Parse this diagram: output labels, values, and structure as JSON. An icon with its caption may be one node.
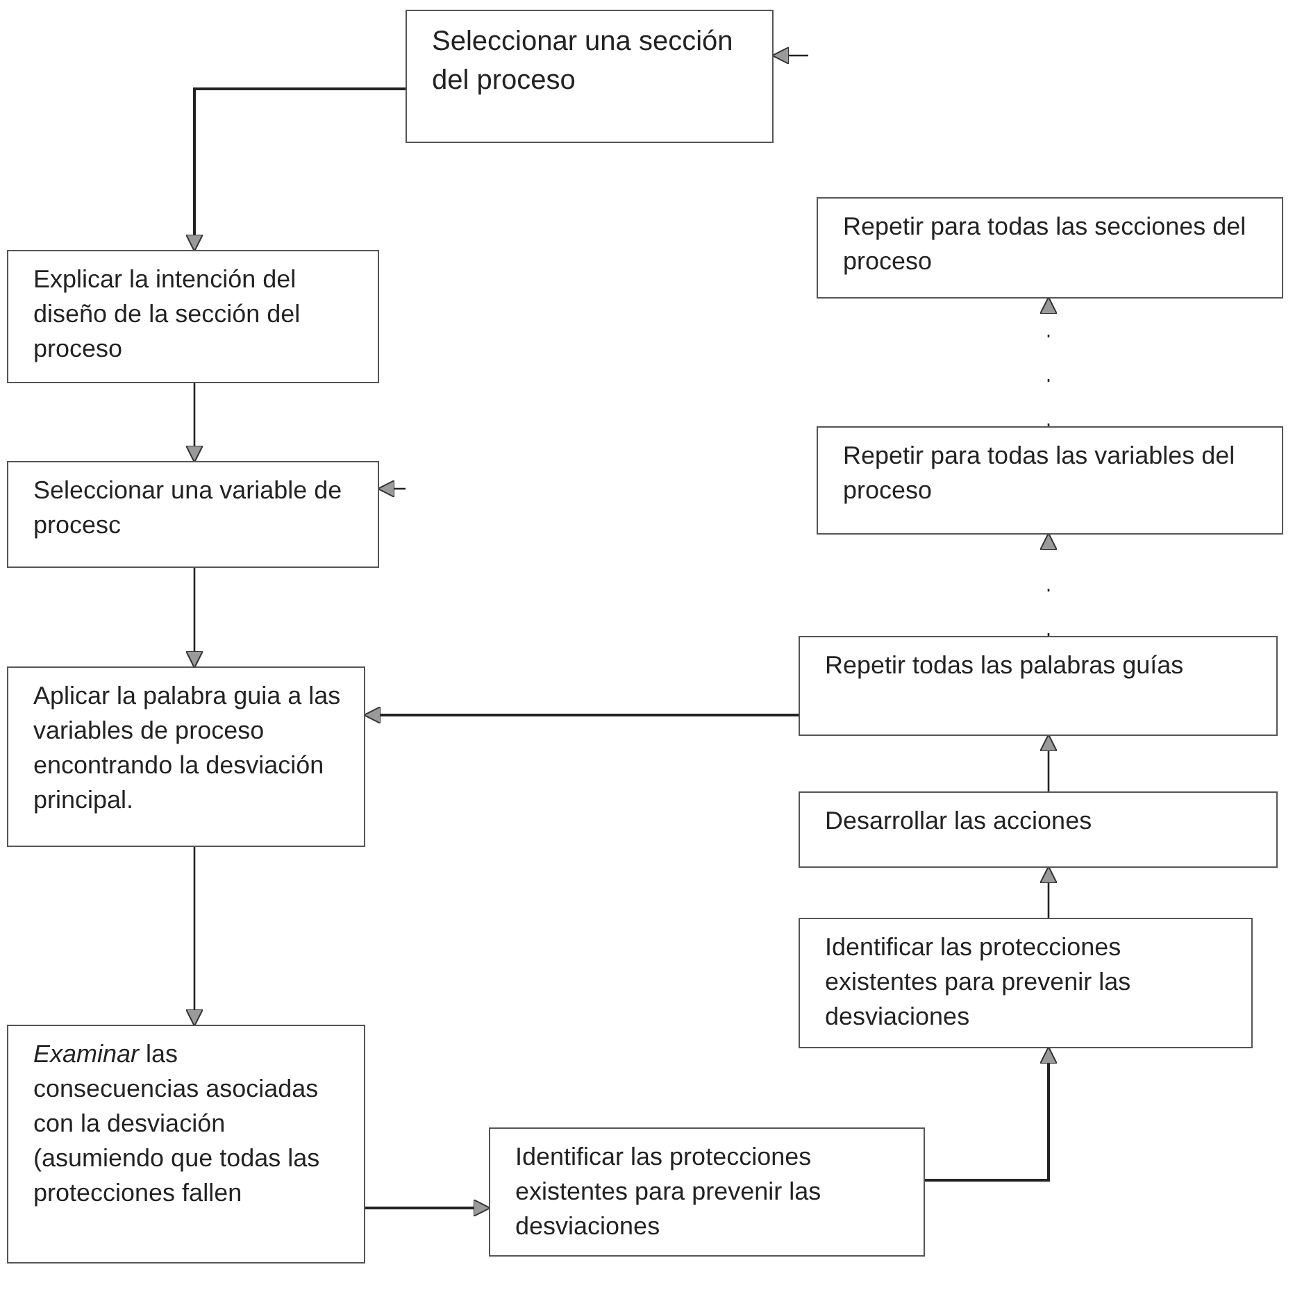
{
  "diagram": {
    "nodes": [
      {
        "text": [
          "Seleccionar una sección del proceso"
        ]
      },
      {
        "text": [
          "Explicar la intención del diseño de la sección del proceso"
        ]
      },
      {
        "text": [
          "Seleccionar una variable de procesc"
        ]
      },
      {
        "text": [
          "Aplicar la palabra guia a las variables de proceso encontrando la desviación principal."
        ]
      },
      {
        "text": [
          "*Examinar* las consecuencias asociadas con la desviación (asumiendo que todas las protecciones fallen"
        ]
      },
      {
        "text": [
          "Identificar las protecciones existentes para prevenir las desviaciones"
        ]
      },
      {
        "text": [
          "Identificar las protecciones existentes para prevenir las desviaciones"
        ]
      },
      {
        "text": [
          "Desarrollar las acciones"
        ]
      },
      {
        "text": [
          "Repetir todas las palabras guías"
        ]
      },
      {
        "text": [
          "Repetir para todas las variables del proceso"
        ]
      },
      {
        "text": [
          "Repetir para todas las secciones del proceso"
        ]
      }
    ],
    "edges": [
      {
        "from": 0,
        "to": 1,
        "arrow": "to"
      },
      {
        "from": 1,
        "to": 2,
        "arrow": "to"
      },
      {
        "from": 2,
        "to": 3,
        "arrow": "to"
      },
      {
        "from": 3,
        "to": 4,
        "arrow": "to"
      },
      {
        "from": 4,
        "to": 5,
        "arrow": "to"
      },
      {
        "from": 5,
        "to": 6,
        "arrow": "to"
      },
      {
        "from": 6,
        "to": 7,
        "arrow": "to"
      },
      {
        "from": 7,
        "to": 8,
        "arrow": "to"
      },
      {
        "from": 8,
        "to": 3,
        "arrow": "to"
      },
      {
        "from": 8,
        "to": 9,
        "arrow": "to",
        "style": "dashed"
      },
      {
        "from": 9,
        "to": 10,
        "arrow": "to",
        "style": "dashed"
      },
      {
        "from": null,
        "to": 0,
        "arrow": "to"
      },
      {
        "from": null,
        "to": 2,
        "arrow": "to"
      }
    ]
  }
}
